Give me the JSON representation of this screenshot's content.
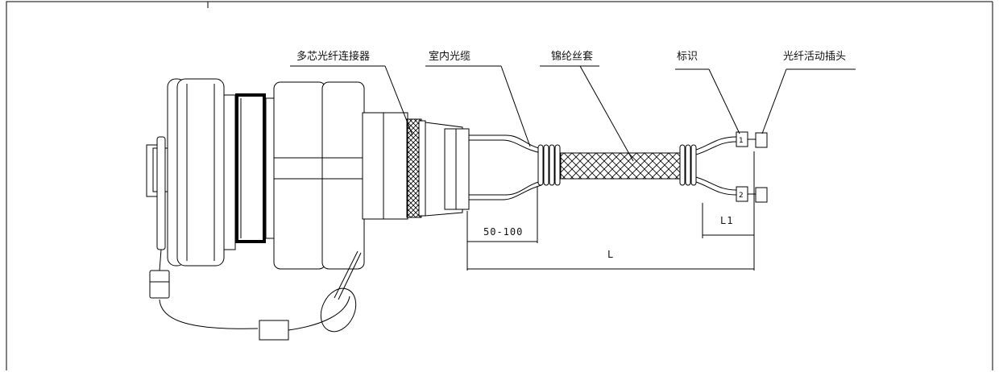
{
  "labels": {
    "connector": "多芯光纤连接器",
    "indoor_cable": "室内光缆",
    "nylon_sleeve": "锦纶丝套",
    "marker": "标识",
    "fiber_plug": "光纤活动插头"
  },
  "markers": [
    "1",
    "2"
  ],
  "dimensions": {
    "short": "50-100",
    "total": "L",
    "branch": "L1"
  }
}
